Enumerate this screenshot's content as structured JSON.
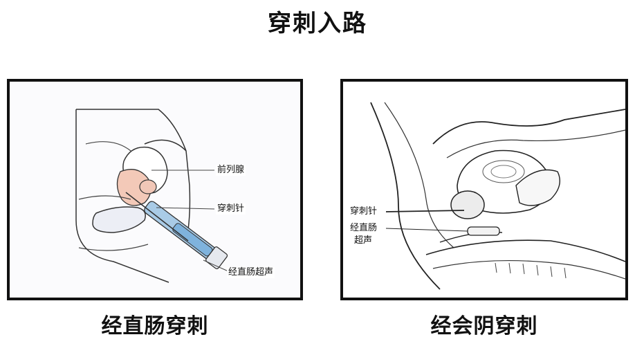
{
  "title": "穿刺入路",
  "left_panel": {
    "caption": "经直肠穿刺",
    "labels": {
      "prostate": "前列腺",
      "needle": "穿刺针",
      "ultrasound": "经直肠超声"
    }
  },
  "right_panel": {
    "caption": "经会阴穿刺",
    "labels": {
      "needle": "穿刺针",
      "ultrasound_line1": "经直肠",
      "ultrasound_line2": "超声"
    }
  }
}
